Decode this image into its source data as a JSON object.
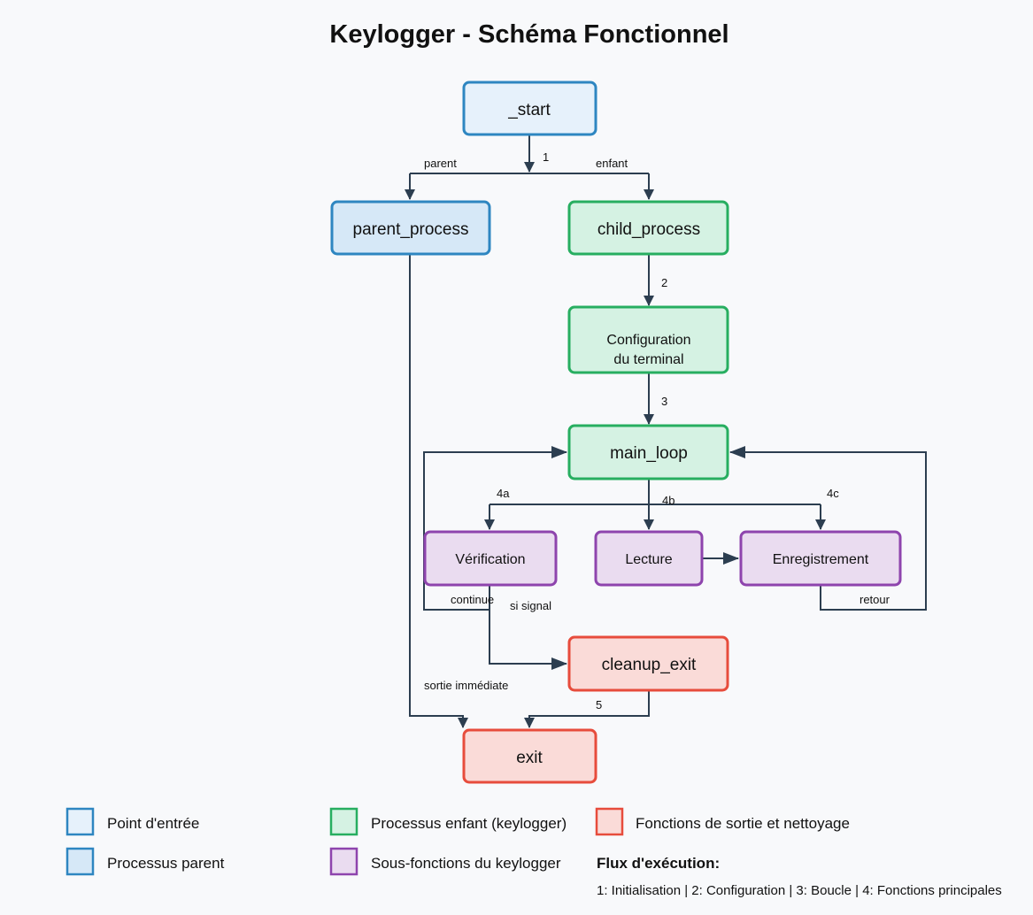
{
  "title": "Keylogger - Schéma Fonctionnel",
  "colors": {
    "entry_fill": "#e6f1fb",
    "entry_stroke": "#2e86c1",
    "parent_fill": "#d6e8f7",
    "parent_stroke": "#2e86c1",
    "child_fill": "#d5f2e3",
    "child_stroke": "#27ae60",
    "sub_fill": "#eadcf0",
    "sub_stroke": "#8e44ad",
    "exit_fill": "#fadbd8",
    "exit_stroke": "#e74c3c",
    "edge": "#2c3e50"
  },
  "nodes": {
    "start": "_start",
    "parent_process": "parent_process",
    "child_process": "child_process",
    "config_line1": "Configuration",
    "config_line2": "du terminal",
    "main_loop": "main_loop",
    "verification": "Vérification",
    "lecture": "Lecture",
    "enregistrement": "Enregistrement",
    "cleanup_exit": "cleanup_exit",
    "exit": "exit"
  },
  "edge_labels": {
    "step1": "1",
    "parent": "parent",
    "enfant": "enfant",
    "step2": "2",
    "step3": "3",
    "step4a": "4a",
    "step4b": "4b",
    "step4c": "4c",
    "continue": "continue",
    "si_signal": "si signal",
    "retour": "retour",
    "sortie_immediate": "sortie immédiate",
    "step5": "5"
  },
  "legend": {
    "entry": "Point d'entrée",
    "parent": "Processus parent",
    "child": "Processus enfant (keylogger)",
    "sub": "Sous-fonctions du keylogger",
    "exit": "Fonctions de sortie et nettoyage",
    "flow_title": "Flux d'exécution:",
    "flow_text": "1: Initialisation | 2: Configuration | 3: Boucle | 4: Fonctions principales"
  }
}
